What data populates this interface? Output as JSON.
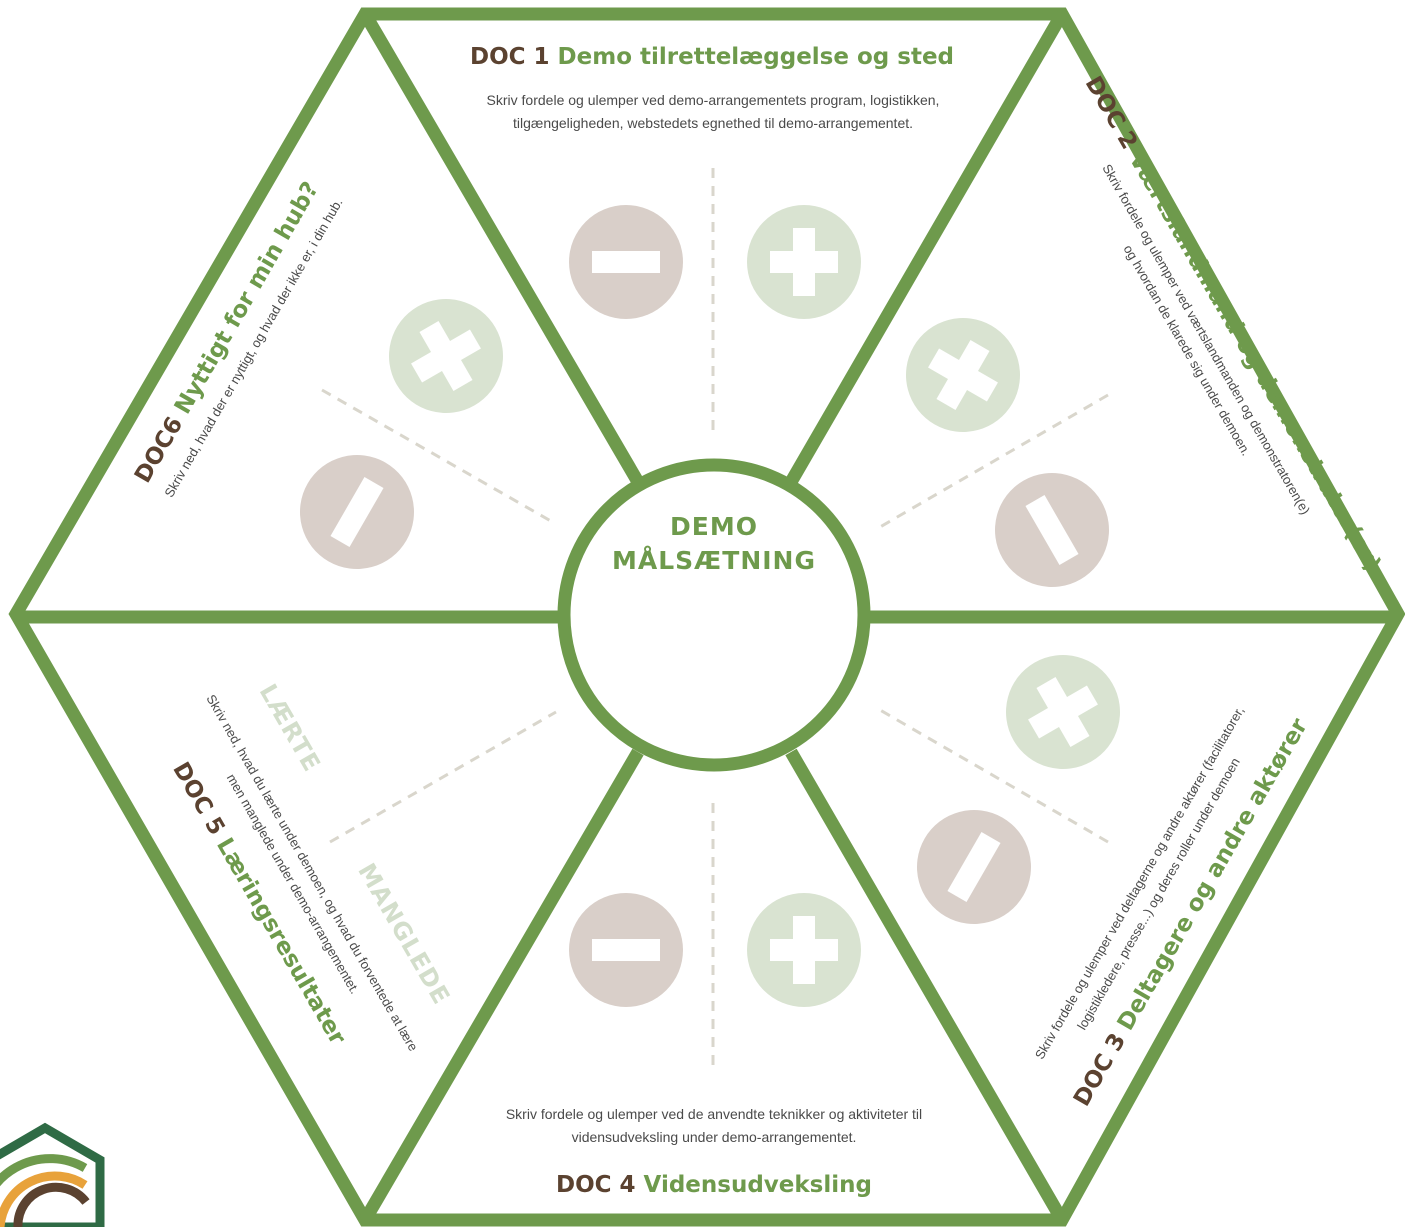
{
  "colors": {
    "green": "#6e9a4c",
    "brown": "#5b4230",
    "minus_circle": "#d9cfc9",
    "plus_circle": "#d9e3d1",
    "dash": "#d9d6cc",
    "pale_green_text": "#d3decb",
    "desc_text": "#4a4a4a"
  },
  "center": {
    "title_line1": "DEMO",
    "title_line2": "MÅLSÆTNING"
  },
  "sections": {
    "doc1": {
      "num": "DOC 1",
      "title": "Demo tilrettelæggelse og sted",
      "desc_line1": "Skriv fordele og ulemper ved demo-arrangementets program, logistikken,",
      "desc_line2": "tilgængeligheden, webstedets egnethed til demo-arrangementet."
    },
    "doc2": {
      "num": "DOC 2",
      "title": "Værtslandmand og demonstrator(er)",
      "desc_line1": "Skriv fordele og ulemper ved værtslandmanden og demonstratoren(e)",
      "desc_line2": "og hvordan de klarede sig under demoen."
    },
    "doc3": {
      "num": "DOC 3",
      "title": "Deltagere og andre aktører",
      "desc_line1": "Skriv fordele og ulemper ved deltagerne og andre aktører (facilitatorer,",
      "desc_line2": "logistikledere, presse...) og deres roller under demoen"
    },
    "doc4": {
      "num": "DOC 4",
      "title": "Vidensudveksling",
      "desc_line1": "Skriv fordele og ulemper ved de anvendte teknikker og aktiviteter til",
      "desc_line2": "vidensudveksling under demo-arrangementet."
    },
    "doc5": {
      "num": "DOC 5",
      "title": "Læringsresultater",
      "desc_line1": "Skriv ned, hvad du lærte under demoen, og hvad du forventede at lære",
      "desc_line2": "men manglede under demo-arrangementet.",
      "label_learned": "LÆRTE",
      "label_missing": "MANGLEDE"
    },
    "doc6": {
      "num": "DOC6",
      "title": "Nyttigt for min hub?",
      "desc_line1": "Skriv ned, hvad der er nyttigt, og hvad der ikke er, i din hub."
    }
  },
  "icons": {
    "minus": "minus-icon",
    "plus": "plus-icon",
    "logo": "logo-mark"
  }
}
